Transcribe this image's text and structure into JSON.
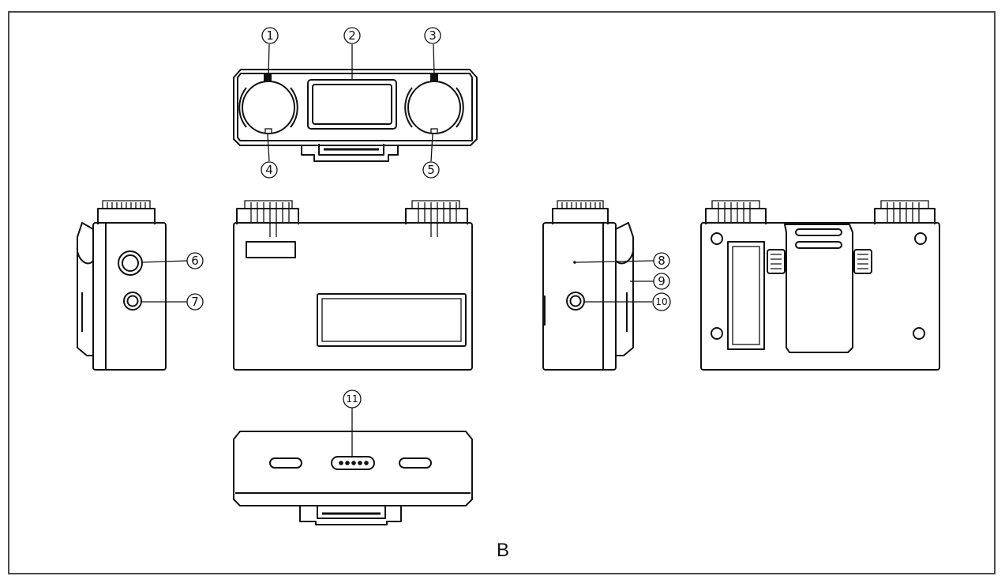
{
  "figure": {
    "label": "B"
  },
  "callouts": [
    {
      "number": "1"
    },
    {
      "number": "2"
    },
    {
      "number": "3"
    },
    {
      "number": "4"
    },
    {
      "number": "5"
    },
    {
      "number": "6"
    },
    {
      "number": "7"
    },
    {
      "number": "8"
    },
    {
      "number": "9"
    },
    {
      "number": "10"
    },
    {
      "number": "11"
    }
  ]
}
